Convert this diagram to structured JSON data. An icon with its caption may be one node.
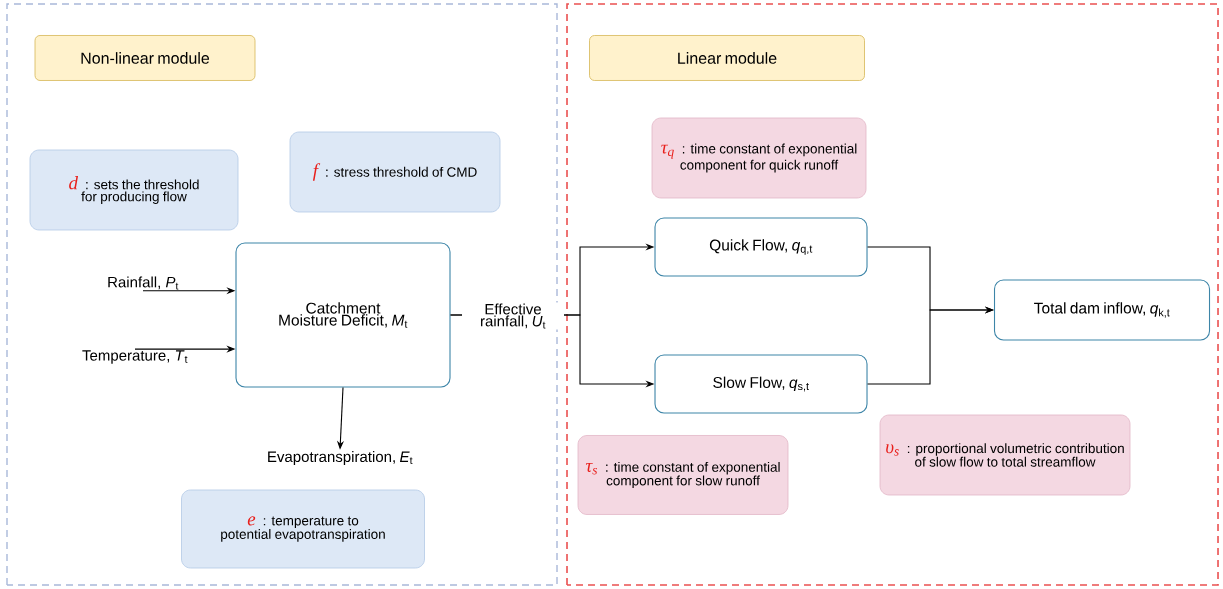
{
  "diagram": {
    "nodes": [
      {
        "text": [
          "Non-linear module"
        ]
      },
      {
        "text": [
          "d",
          ": sets the threshold for producing flow"
        ]
      },
      {
        "text": [
          "f",
          ": stress threshold of CMD"
        ]
      },
      {
        "text": [
          "Rainfall, *P*$_{t}$"
        ]
      },
      {
        "text": [
          "Temperature, *T*$_{t}$"
        ]
      },
      {
        "text": [
          "Catchment Moisture Deficit, *M*$_{t}$"
        ]
      },
      {
        "text": [
          "Evapotranspiration, *E*$_{t}$"
        ]
      },
      {
        "text": [
          "e",
          ": temperature to potential evapotranspiration"
        ]
      },
      {
        "text": [
          "Linear module"
        ]
      },
      {
        "text": [
          "τ$_{q}$",
          ": time constant of exponential component for quick runoff"
        ]
      },
      {
        "text": [
          "Quick Flow, *q*$_{q,t}$"
        ]
      },
      {
        "text": [
          "Slow Flow, *q*$_{s,t}$"
        ]
      },
      {
        "text": [
          "Total dam inflow, *q*$_{k,t}$"
        ]
      },
      {
        "text": [
          "τ$_{s}$",
          ": time constant of exponential component for slow runoff"
        ]
      },
      {
        "text": [
          "υ$_{s}$",
          ": proportional volumetric contribution of slow flow to total streamflow"
        ]
      }
    ],
    "edges": [
      {
        "from": 3,
        "to": 5,
        "arrow": "to"
      },
      {
        "from": 4,
        "to": 5,
        "arrow": "to"
      },
      {
        "from": 5,
        "to": 6,
        "arrow": "to"
      },
      {
        "from": 5,
        "to": 10,
        "arrow": "to",
        "label": "Effective rainfall, *U*$_{t}$"
      },
      {
        "from": 5,
        "to": 11,
        "arrow": "to"
      },
      {
        "from": 10,
        "to": 12,
        "arrow": "to"
      },
      {
        "from": 11,
        "to": 12,
        "arrow": "to"
      }
    ]
  }
}
